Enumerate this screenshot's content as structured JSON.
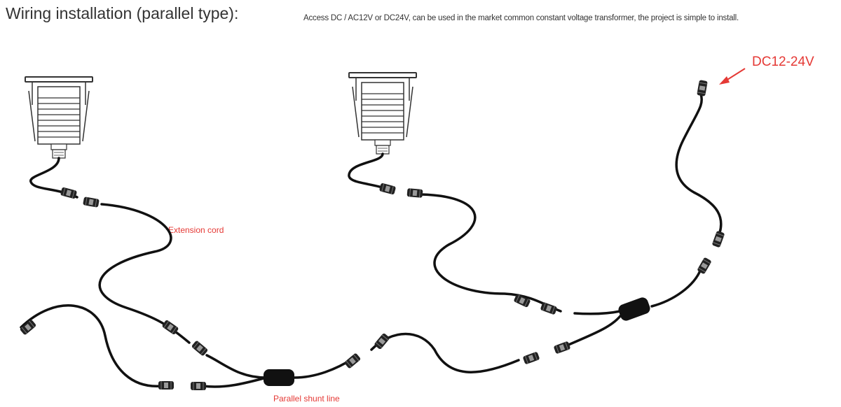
{
  "title": "Wiring installation (parallel type):",
  "description": "Access DC / AC12V or DC24V, can be used in the market common constant voltage transformer, the project is simple to install.",
  "labels": {
    "power": "DC12-24V",
    "extension": "Extension cord",
    "shunt": "Parallel shunt line"
  },
  "colors": {
    "text": "#333333",
    "label_red": "#e53935",
    "cable": "#111111",
    "fixture_line": "#333333"
  }
}
